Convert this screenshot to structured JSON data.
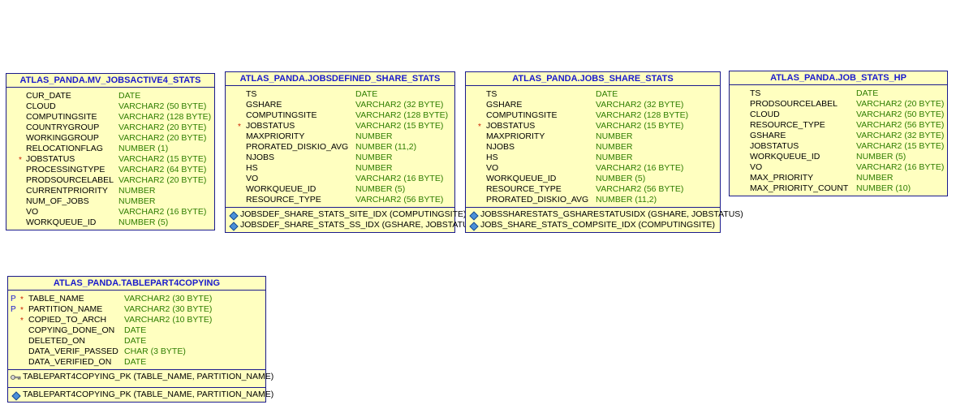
{
  "tables": [
    {
      "title": "ATLAS_PANDA.MV_JOBSACTIVE4_STATS",
      "columns": [
        {
          "pk": "",
          "req": "",
          "name": "CUR_DATE",
          "type": "DATE"
        },
        {
          "pk": "",
          "req": "",
          "name": "CLOUD",
          "type": "VARCHAR2 (50 BYTE)"
        },
        {
          "pk": "",
          "req": "",
          "name": "COMPUTINGSITE",
          "type": "VARCHAR2 (128 BYTE)"
        },
        {
          "pk": "",
          "req": "",
          "name": "COUNTRYGROUP",
          "type": "VARCHAR2 (20 BYTE)"
        },
        {
          "pk": "",
          "req": "",
          "name": "WORKINGGROUP",
          "type": "VARCHAR2 (20 BYTE)"
        },
        {
          "pk": "",
          "req": "",
          "name": "RELOCATIONFLAG",
          "type": "NUMBER (1)"
        },
        {
          "pk": "",
          "req": "*",
          "name": "JOBSTATUS",
          "type": "VARCHAR2 (15 BYTE)"
        },
        {
          "pk": "",
          "req": "",
          "name": "PROCESSINGTYPE",
          "type": "VARCHAR2 (64 BYTE)"
        },
        {
          "pk": "",
          "req": "",
          "name": "PRODSOURCELABEL",
          "type": "VARCHAR2 (20 BYTE)"
        },
        {
          "pk": "",
          "req": "",
          "name": "CURRENTPRIORITY",
          "type": "NUMBER"
        },
        {
          "pk": "",
          "req": "",
          "name": "NUM_OF_JOBS",
          "type": "NUMBER"
        },
        {
          "pk": "",
          "req": "",
          "name": "VO",
          "type": "VARCHAR2 (16 BYTE)"
        },
        {
          "pk": "",
          "req": "",
          "name": "WORKQUEUE_ID",
          "type": "NUMBER (5)"
        }
      ],
      "keys": [],
      "indexes": []
    },
    {
      "title": "ATLAS_PANDA.JOBSDEFINED_SHARE_STATS",
      "columns": [
        {
          "pk": "",
          "req": "",
          "name": "TS",
          "type": "DATE"
        },
        {
          "pk": "",
          "req": "",
          "name": "GSHARE",
          "type": "VARCHAR2 (32 BYTE)"
        },
        {
          "pk": "",
          "req": "",
          "name": "COMPUTINGSITE",
          "type": "VARCHAR2 (128 BYTE)"
        },
        {
          "pk": "",
          "req": "*",
          "name": "JOBSTATUS",
          "type": "VARCHAR2 (15 BYTE)"
        },
        {
          "pk": "",
          "req": "",
          "name": "MAXPRIORITY",
          "type": "NUMBER"
        },
        {
          "pk": "",
          "req": "",
          "name": "PRORATED_DISKIO_AVG",
          "type": "NUMBER (11,2)"
        },
        {
          "pk": "",
          "req": "",
          "name": "NJOBS",
          "type": "NUMBER"
        },
        {
          "pk": "",
          "req": "",
          "name": "HS",
          "type": "NUMBER"
        },
        {
          "pk": "",
          "req": "",
          "name": "VO",
          "type": "VARCHAR2 (16 BYTE)"
        },
        {
          "pk": "",
          "req": "",
          "name": "WORKQUEUE_ID",
          "type": "NUMBER (5)"
        },
        {
          "pk": "",
          "req": "",
          "name": "RESOURCE_TYPE",
          "type": "VARCHAR2 (56 BYTE)"
        }
      ],
      "keys": [],
      "indexes": [
        "JOBSDEF_SHARE_STATS_SITE_IDX (COMPUTINGSITE)",
        "JOBSDEF_SHARE_STATS_SS_IDX (GSHARE, JOBSTATUS)"
      ]
    },
    {
      "title": "ATLAS_PANDA.JOBS_SHARE_STATS",
      "columns": [
        {
          "pk": "",
          "req": "",
          "name": "TS",
          "type": "DATE"
        },
        {
          "pk": "",
          "req": "",
          "name": "GSHARE",
          "type": "VARCHAR2 (32 BYTE)"
        },
        {
          "pk": "",
          "req": "",
          "name": "COMPUTINGSITE",
          "type": "VARCHAR2 (128 BYTE)"
        },
        {
          "pk": "",
          "req": "*",
          "name": "JOBSTATUS",
          "type": "VARCHAR2 (15 BYTE)"
        },
        {
          "pk": "",
          "req": "",
          "name": "MAXPRIORITY",
          "type": "NUMBER"
        },
        {
          "pk": "",
          "req": "",
          "name": "NJOBS",
          "type": "NUMBER"
        },
        {
          "pk": "",
          "req": "",
          "name": "HS",
          "type": "NUMBER"
        },
        {
          "pk": "",
          "req": "",
          "name": "VO",
          "type": "VARCHAR2 (16 BYTE)"
        },
        {
          "pk": "",
          "req": "",
          "name": "WORKQUEUE_ID",
          "type": "NUMBER (5)"
        },
        {
          "pk": "",
          "req": "",
          "name": "RESOURCE_TYPE",
          "type": "VARCHAR2 (56 BYTE)"
        },
        {
          "pk": "",
          "req": "",
          "name": "PRORATED_DISKIO_AVG",
          "type": "NUMBER (11,2)"
        }
      ],
      "keys": [],
      "indexes": [
        "JOBSSHARESTATS_GSHARESTATUSIDX (GSHARE, JOBSTATUS)",
        "JOBS_SHARE_STATS_COMPSITE_IDX (COMPUTINGSITE)"
      ]
    },
    {
      "title": "ATLAS_PANDA.JOB_STATS_HP",
      "columns": [
        {
          "pk": "",
          "req": "",
          "name": "TS",
          "type": "DATE"
        },
        {
          "pk": "",
          "req": "",
          "name": "PRODSOURCELABEL",
          "type": "VARCHAR2 (20 BYTE)"
        },
        {
          "pk": "",
          "req": "",
          "name": "CLOUD",
          "type": "VARCHAR2 (50 BYTE)"
        },
        {
          "pk": "",
          "req": "",
          "name": "RESOURCE_TYPE",
          "type": "VARCHAR2 (56 BYTE)"
        },
        {
          "pk": "",
          "req": "",
          "name": "GSHARE",
          "type": "VARCHAR2 (32 BYTE)"
        },
        {
          "pk": "",
          "req": "",
          "name": "JOBSTATUS",
          "type": "VARCHAR2 (15 BYTE)"
        },
        {
          "pk": "",
          "req": "",
          "name": "WORKQUEUE_ID",
          "type": "NUMBER (5)"
        },
        {
          "pk": "",
          "req": "",
          "name": "VO",
          "type": "VARCHAR2 (16 BYTE)"
        },
        {
          "pk": "",
          "req": "",
          "name": "MAX_PRIORITY",
          "type": "NUMBER"
        },
        {
          "pk": "",
          "req": "",
          "name": "MAX_PRIORITY_COUNT",
          "type": "NUMBER (10)"
        }
      ],
      "keys": [],
      "indexes": []
    },
    {
      "title": "ATLAS_PANDA.TABLEPART4COPYING",
      "columns": [
        {
          "pk": "P",
          "req": "*",
          "name": "TABLE_NAME",
          "type": "VARCHAR2 (30 BYTE)"
        },
        {
          "pk": "P",
          "req": "*",
          "name": "PARTITION_NAME",
          "type": "VARCHAR2 (30 BYTE)"
        },
        {
          "pk": "",
          "req": "*",
          "name": "COPIED_TO_ARCH",
          "type": "VARCHAR2 (10 BYTE)"
        },
        {
          "pk": "",
          "req": "",
          "name": "COPYING_DONE_ON",
          "type": "DATE"
        },
        {
          "pk": "",
          "req": "",
          "name": "DELETED_ON",
          "type": "DATE"
        },
        {
          "pk": "",
          "req": "",
          "name": "DATA_VERIF_PASSED",
          "type": "CHAR (3 BYTE)"
        },
        {
          "pk": "",
          "req": "",
          "name": "DATA_VERIFIED_ON",
          "type": "DATE"
        }
      ],
      "keys": [
        "TABLEPART4COPYING_PK (TABLE_NAME, PARTITION_NAME)"
      ],
      "indexes": [
        "TABLEPART4COPYING_PK (TABLE_NAME, PARTITION_NAME)"
      ]
    }
  ],
  "icons": {
    "index": "index-diamond-icon",
    "key": "primary-key-icon"
  },
  "colors": {
    "fill": "#ffffc0",
    "border": "#1a1a8c",
    "title": "#1a1acc",
    "type": "#2e7d00",
    "required": "#cc2200"
  }
}
